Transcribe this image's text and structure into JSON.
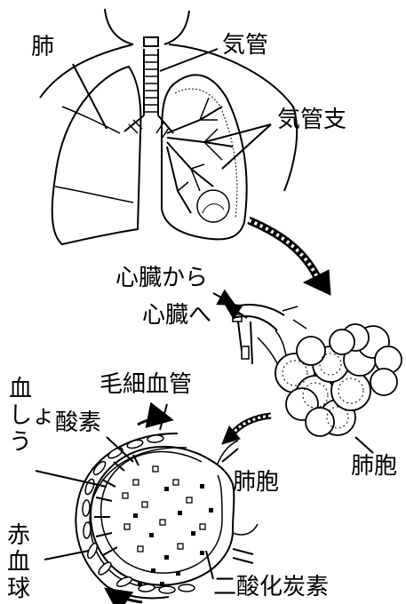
{
  "labels": {
    "lung": "肺",
    "trachea": "気管",
    "bronchus": "気管支",
    "from_heart": "心臓から",
    "to_heart": "心臓へ",
    "capillary": "毛細血管",
    "plasma_l1": "血",
    "plasma_l2": "しょ",
    "plasma_l3": "う",
    "oxygen": "酸素",
    "alveolus_large": "肺胞",
    "alveoli_cluster": "肺胞",
    "rbc_l1": "赤",
    "rbc_l2": "血",
    "rbc_l3": "球",
    "co2": "二酸化炭素"
  },
  "colors": {
    "ink": "#000000",
    "paper": "#ffffff"
  }
}
